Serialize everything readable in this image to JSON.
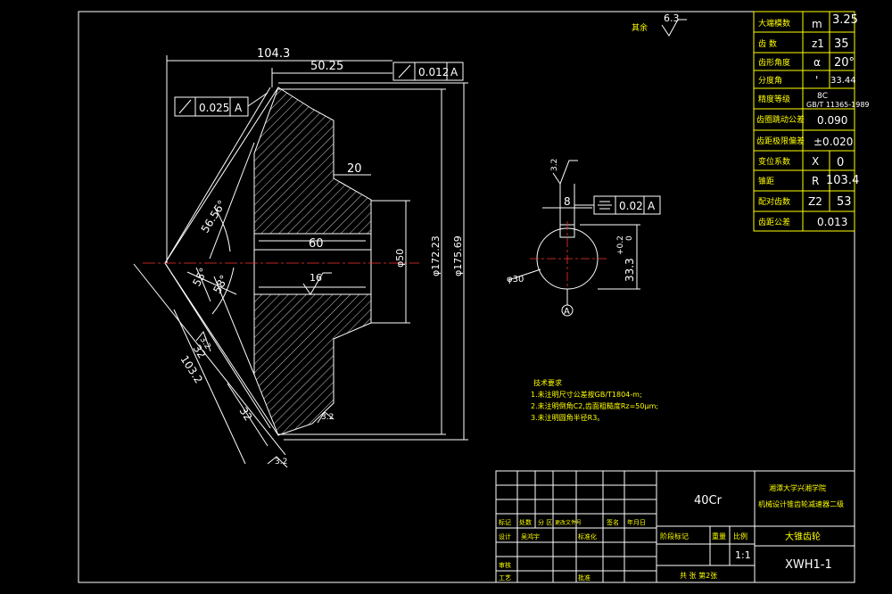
{
  "dims": {
    "len_104_3": "104.3",
    "len_50_25": "50.25",
    "tol_0_012": "0.012",
    "tol_0_025": "0.025",
    "datum_a": "A",
    "len_20": "20",
    "len_60": "60",
    "dia_50": "φ50",
    "dia_172_23": "φ172.23",
    "dia_175_69": "φ175.69",
    "ang_56_56": "56.56°",
    "ang_55": "55°",
    "ang_58": "58°",
    "len_32a": "32",
    "len_103_2": "103.2",
    "len_32b": "32",
    "rough_16": "16",
    "rough_3_2a": "3.2",
    "rough_3_2b": "3.2",
    "rough_3_2c": "3.2",
    "rough_3_2d": "3.2",
    "rough_other_label": "其余",
    "rough_other_val": "6.3",
    "key_width": "8",
    "sym_tol": "0.02",
    "sym_datum": "A",
    "key_depth": "33.3",
    "key_tol_up": "+0.2",
    "key_tol_low": "0",
    "shaft_dia": "φ30",
    "datum_circle": "A"
  },
  "params": [
    {
      "name": "大端模数",
      "sym": "m",
      "val": "3.25"
    },
    {
      "name": "齿  数",
      "sym": "z1",
      "val": "35"
    },
    {
      "name": "齿形角度",
      "sym": "α",
      "val": "20°"
    },
    {
      "name": "分度角",
      "sym": "'",
      "val": "33.44"
    },
    {
      "name": "精度等级",
      "sym": "8C",
      "val": "GB/T 11365-1989"
    },
    {
      "name": "齿圈跳动公差",
      "sym": "",
      "val": "0.090"
    },
    {
      "name": "齿距极限偏差",
      "sym": "",
      "val": "±0.020"
    },
    {
      "name": "变位系数",
      "sym": "X",
      "val": "0"
    },
    {
      "name": "锥距",
      "sym": "R",
      "val": "103.4"
    },
    {
      "name": "配对齿数",
      "sym": "Z2",
      "val": "53"
    },
    {
      "name": "齿距公差",
      "sym": "",
      "val": "0.013"
    }
  ],
  "notes": {
    "title": "技术要求",
    "line1": "1.未注明尺寸公差按GB/T1804-m;",
    "line2": "2.未注明倒角C2,齿面粗糙度Rz=50μm;",
    "line3": "3.未注明圆角半径R3。"
  },
  "titleblock": {
    "material": "40Cr",
    "school": "湘潭大学兴湘学院",
    "project": "机械设计锥齿轮减速器二级",
    "part_name": "大锥齿轮",
    "drawing_no": "XWH1-1",
    "scale": "1:1",
    "sheet": "共  张 第2张",
    "h_mark": "标记",
    "h_count": "处数",
    "h_zone": "分 区",
    "h_docno": "更改文件号",
    "h_sign": "签名",
    "h_date": "年月日",
    "h_design": "设计",
    "h_designer": "吴鸿宇",
    "h_std": "标准化",
    "h_stage": "阶段标记",
    "h_weight": "重量",
    "h_ratio": "比例",
    "h_review": "审核",
    "h_process": "工艺",
    "h_approve": "批准"
  }
}
